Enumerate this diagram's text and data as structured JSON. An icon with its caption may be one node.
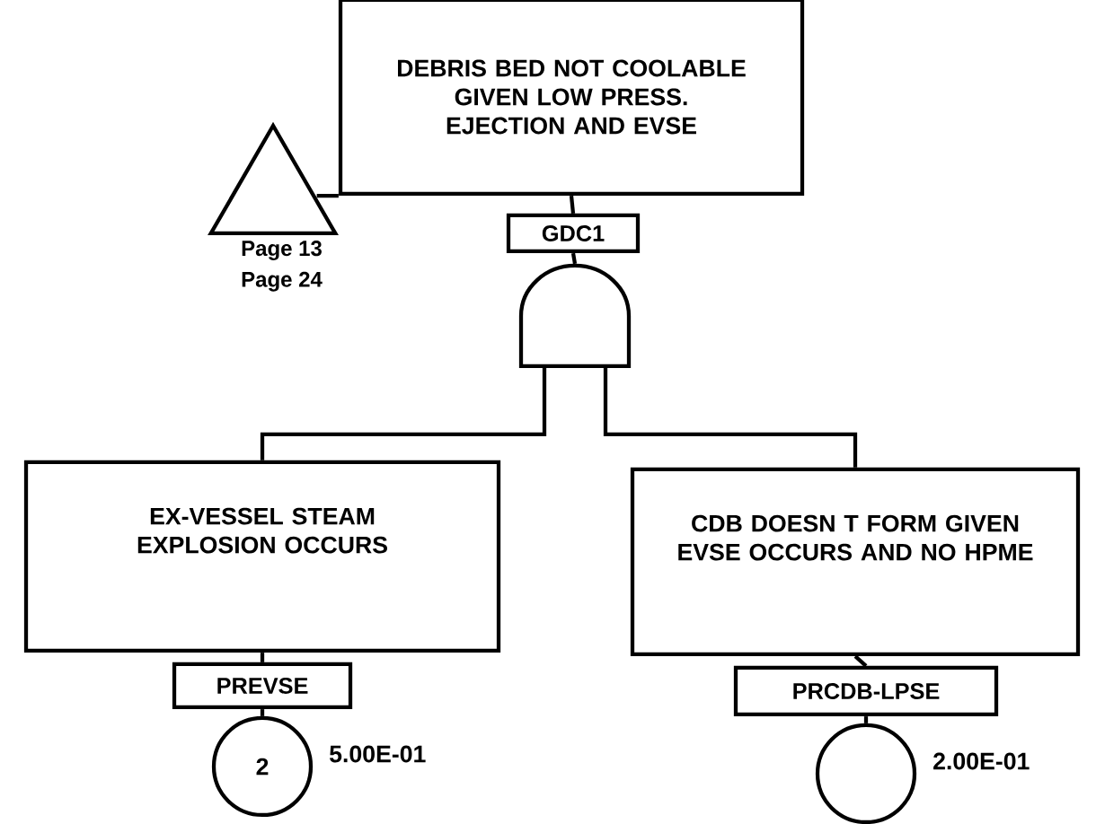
{
  "diagram": {
    "nodes": [
      {
        "text": [
          "DEBRIS BED NOT COOLABLE GIVEN LOW PRESS. EJECTION AND EVSE"
        ]
      },
      {
        "text": [],
        "shape": "triangle",
        "beside": [
          "Page 13",
          "Page 24"
        ]
      },
      {
        "text": [
          "GDC1"
        ]
      },
      {
        "text": [],
        "shape": "and-gate"
      },
      {
        "text": [
          "EX-VESSEL STEAM EXPLOSION OCCURS"
        ]
      },
      {
        "text": [
          "CDB DOESN T FORM GIVEN EVSE OCCURS AND NO HPME"
        ]
      },
      {
        "text": [
          "PREVSE"
        ]
      },
      {
        "text": [
          "2"
        ],
        "beside": [
          "5.00E-01"
        ]
      },
      {
        "text": [
          "PRCDB-LPSE"
        ]
      },
      {
        "text": [],
        "shape": "circle",
        "beside": [
          "2.00E-01"
        ]
      }
    ],
    "edges": [
      {
        "from": 0,
        "to": 1,
        "arrow": "none"
      },
      {
        "from": 0,
        "to": 2,
        "arrow": "none"
      },
      {
        "from": 2,
        "to": 3,
        "arrow": "none"
      },
      {
        "from": 3,
        "to": 4,
        "arrow": "none"
      },
      {
        "from": 3,
        "to": 5,
        "arrow": "none"
      },
      {
        "from": 4,
        "to": 6,
        "arrow": "none"
      },
      {
        "from": 6,
        "to": 7,
        "arrow": "none"
      },
      {
        "from": 5,
        "to": 8,
        "arrow": "none"
      },
      {
        "from": 8,
        "to": 9,
        "arrow": "none"
      }
    ]
  }
}
